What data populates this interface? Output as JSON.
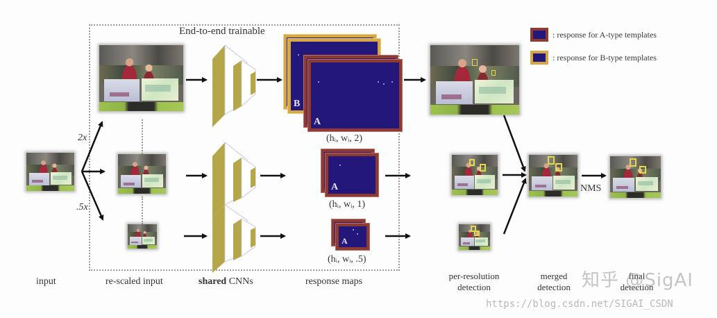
{
  "diagram": {
    "box_title": "End-to-end trainable",
    "scale_labels": {
      "up": "2x",
      "down": ".5x"
    },
    "response_maps": [
      {
        "letters": [
          "B",
          "A"
        ],
        "dims": "(hᵢ, wᵢ, 2)"
      },
      {
        "letters": [
          "A"
        ],
        "dims": "(hᵢ, wᵢ, 1)"
      },
      {
        "letters": [
          "A"
        ],
        "dims": "(hᵢ, wᵢ, .5)"
      }
    ],
    "nms_label": "NMS",
    "legend": [
      {
        "text": ": response for A-type templates",
        "border_color": "#8c3a34"
      },
      {
        "text": ": response for B-type templates",
        "border_color": "#d6a845"
      }
    ],
    "stage_labels": {
      "input": "input",
      "rescaled_input": "re-scaled input",
      "shared_bold": "shared",
      "shared_rest": " CNNs",
      "response_maps": "response maps",
      "per_resolution_line1": "per-resolution",
      "per_resolution_line2": "detection",
      "merged_line1": "merged",
      "merged_line2": "detection",
      "final_line1": "final",
      "final_line2": "detection"
    },
    "colors": {
      "response_fill": "#23177a",
      "a_type_border": "#8c3a34",
      "b_type_border": "#d6a845",
      "cnn_fill": "#b5a64a",
      "detection_box": "#e7d84a"
    }
  },
  "watermark": {
    "cn": "知乎 @SigAI",
    "url": "https://blog.csdn.net/SIGAI_CSDN"
  }
}
